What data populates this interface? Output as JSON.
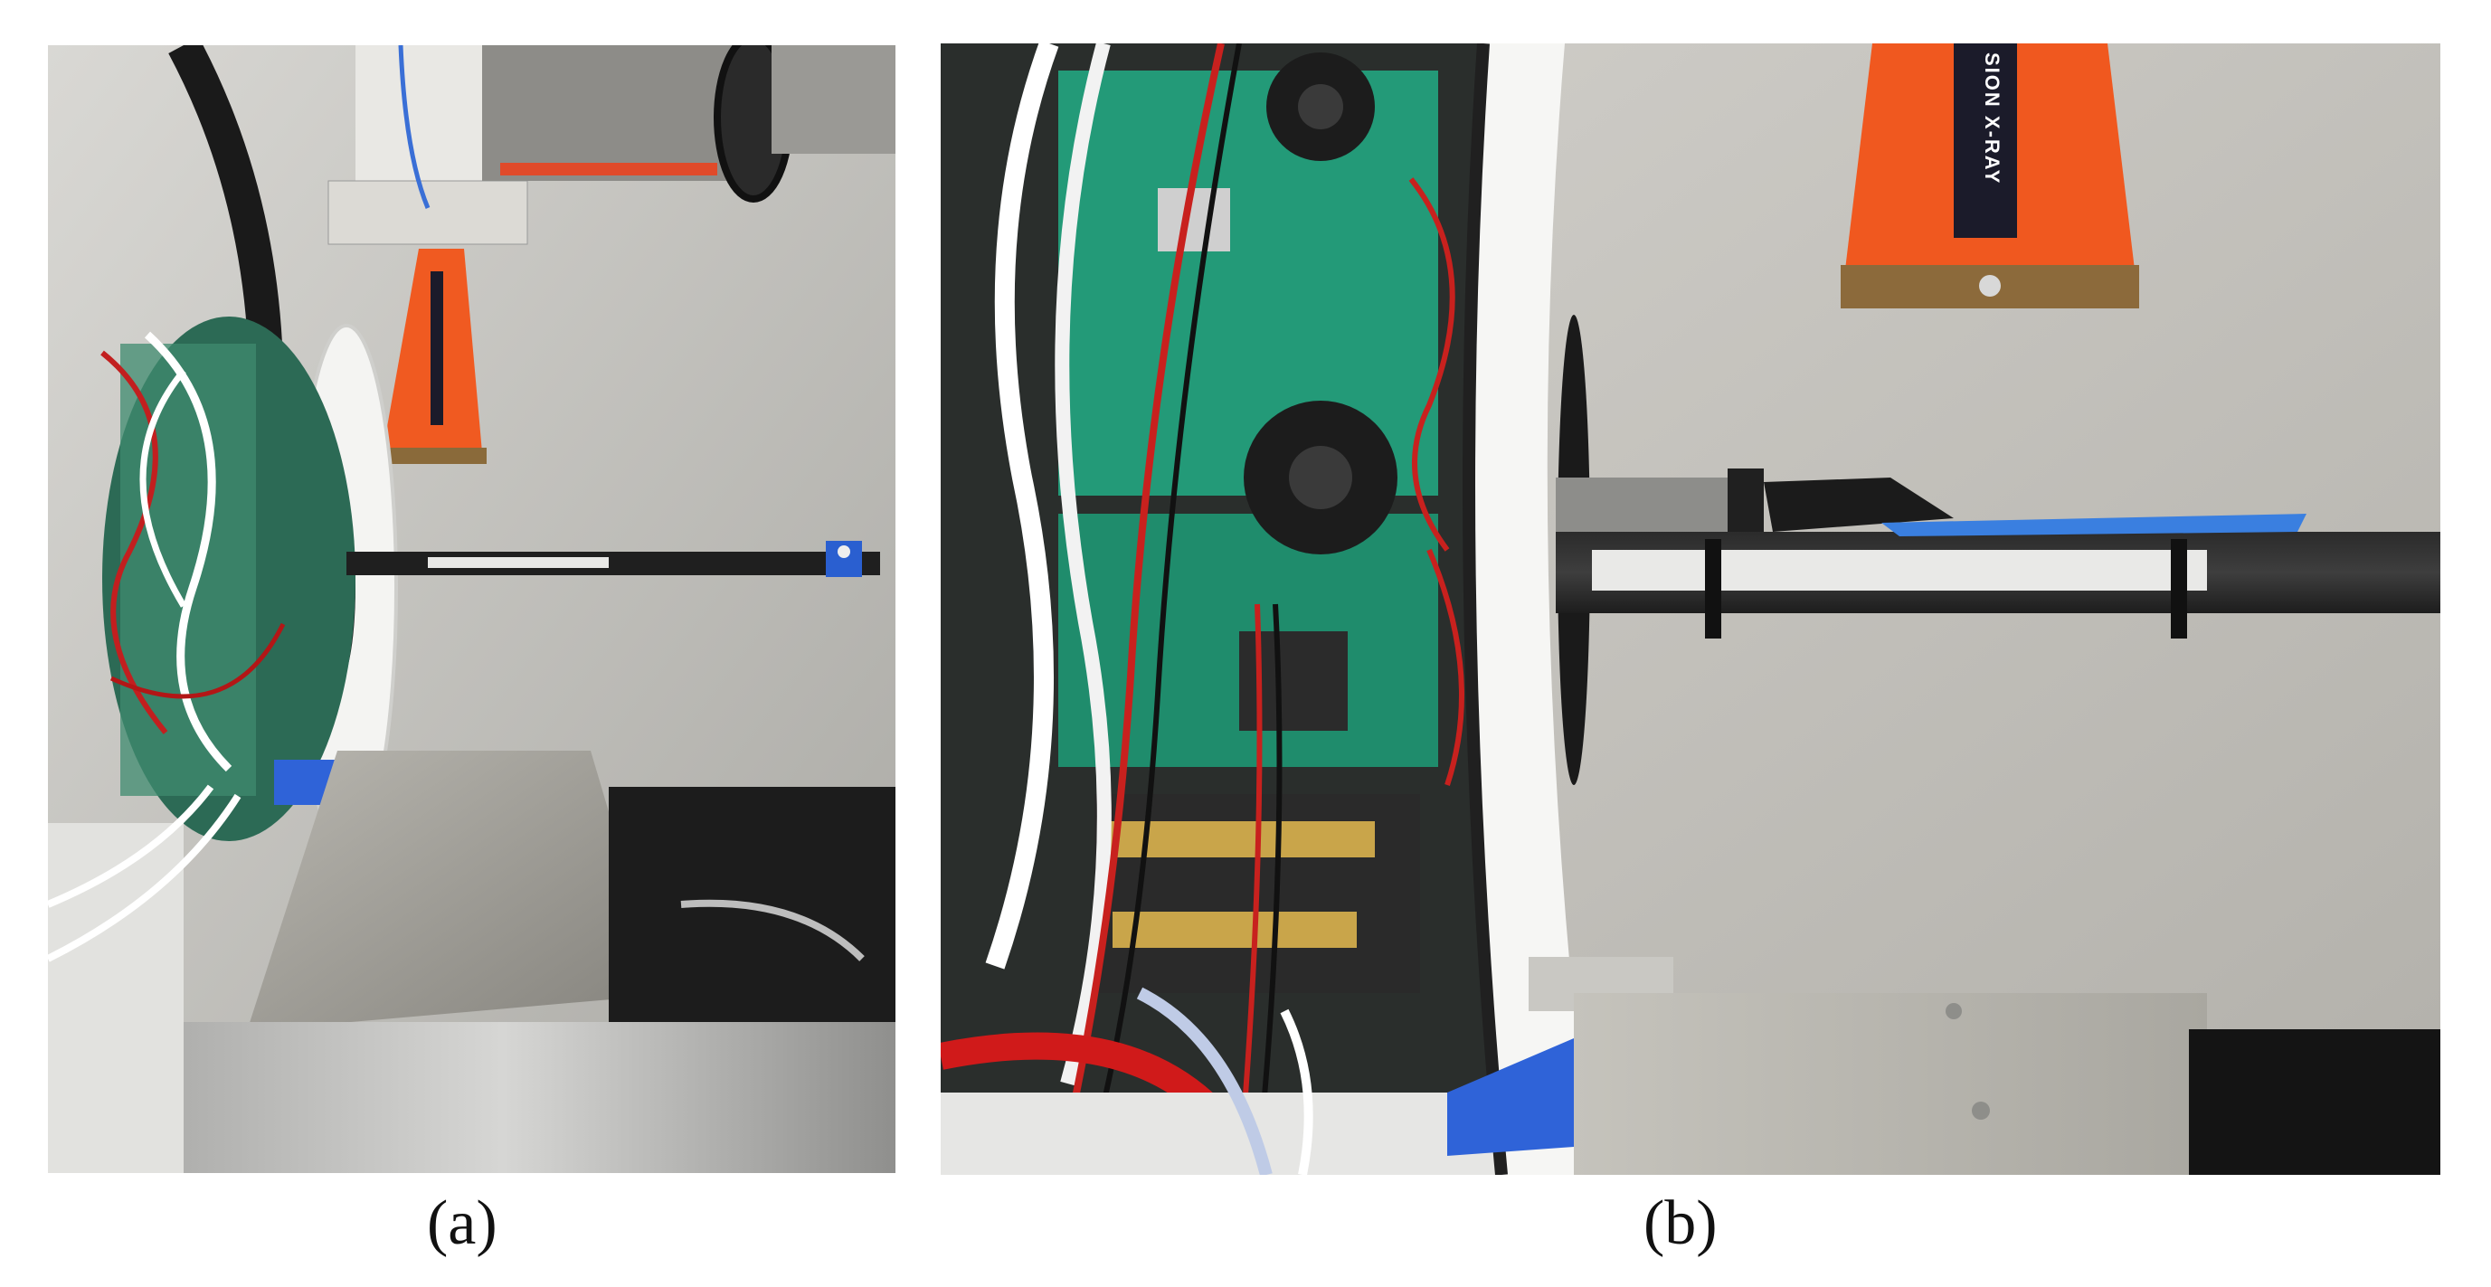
{
  "figure": {
    "panels": [
      {
        "label": "(a)",
        "cone_text": ""
      },
      {
        "label": "(b)",
        "cone_text": "SION X-RAY"
      }
    ]
  }
}
